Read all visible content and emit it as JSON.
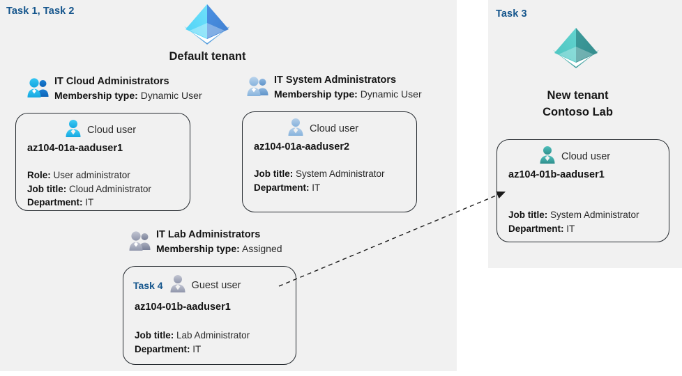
{
  "panels": {
    "left": {
      "task_label": "Task 1, Task 2"
    },
    "right": {
      "task_label": "Task 3"
    }
  },
  "tenants": [
    {
      "icon": "tenant-pyramid-icon",
      "name_line1": "Default tenant",
      "name_line2": "",
      "colors": {
        "left_face": "#4fd2f5",
        "right_face": "#4a90e2",
        "base": "#39c8f0",
        "inner": "#bdeefb"
      }
    },
    {
      "icon": "tenant-pyramid-icon",
      "name_line1": "New  tenant",
      "name_line2": "Contoso Lab",
      "colors": {
        "left_face": "#4cc4c0",
        "right_face": "#3d9b9b",
        "base": "#4cc4c0",
        "inner": "#a9e3e0"
      }
    }
  ],
  "groups": [
    {
      "icon": "group-users-icon",
      "title": "IT Cloud Administrators",
      "membership_label": "Membership type:",
      "membership_value": "Dynamic User",
      "accent": "#29b6e8"
    },
    {
      "icon": "group-users-icon",
      "title": "IT System Administrators",
      "membership_label": "Membership type:",
      "membership_value": "Dynamic User",
      "accent": "#9fc2e3"
    },
    {
      "icon": "group-users-icon",
      "title": "IT Lab Administrators",
      "membership_label": "Membership type:",
      "membership_value": "Assigned",
      "accent": "#a9aebf"
    }
  ],
  "cards": [
    {
      "task": "",
      "user_type_icon": "cloud-user-icon",
      "user_type": "Cloud user",
      "upn": "az104-01a-aaduser1",
      "props": [
        {
          "label": "Role:",
          "value": "User administrator"
        },
        {
          "label": "Job title:",
          "value": "Cloud Administrator"
        },
        {
          "label": "Department:",
          "value": "IT"
        }
      ],
      "accent": "#29b6e8"
    },
    {
      "task": "",
      "user_type_icon": "cloud-user-icon",
      "user_type": "Cloud user",
      "upn": "az104-01a-aaduser2",
      "props": [
        {
          "label": "Job title:",
          "value": "System Administrator"
        },
        {
          "label": "Department:",
          "value": "IT"
        }
      ],
      "accent": "#9fc2e3"
    },
    {
      "task": "Task 4",
      "user_type_icon": "guest-user-icon",
      "user_type": "Guest user",
      "upn": "az104-01b-aaduser1",
      "props": [
        {
          "label": "Job title:",
          "value": "Lab Administrator"
        },
        {
          "label": "Department:",
          "value": "IT"
        }
      ],
      "accent": "#a9aebf"
    },
    {
      "task": "",
      "user_type_icon": "cloud-user-icon",
      "user_type": "Cloud user",
      "upn": "az104-01b-aaduser1",
      "props": [
        {
          "label": "Job title:",
          "value": "System Administrator"
        },
        {
          "label": "Department:",
          "value": "IT"
        }
      ],
      "accent": "#3da7a3"
    }
  ],
  "connector": {
    "name": "guest-invite-arrow",
    "style": "dashed",
    "color": "#1a1a1a"
  }
}
